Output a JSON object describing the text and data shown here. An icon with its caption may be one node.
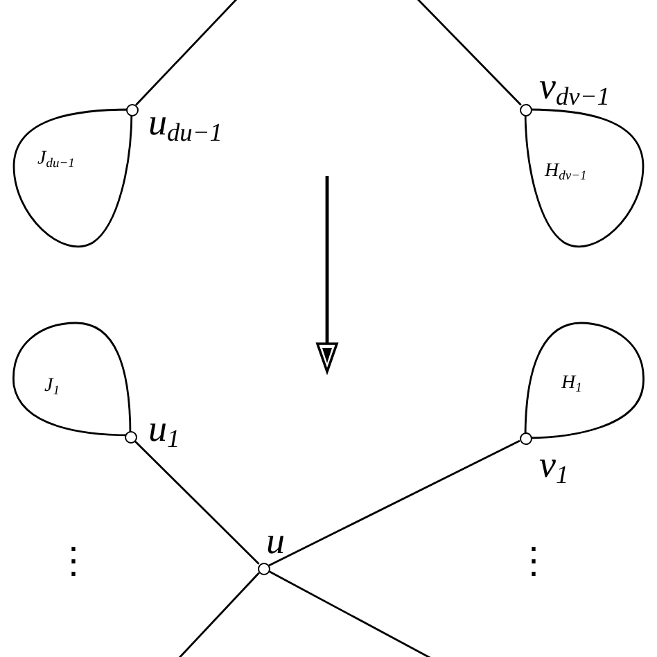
{
  "diagram": {
    "nodes": [
      {
        "text": [
          "J$_{du−1}$"
        ]
      },
      {
        "text": [],
        "shape": "circle",
        "beside": [
          "u$_{du−1}$"
        ]
      },
      {
        "text": [
          "H$_{dv−1}$"
        ]
      },
      {
        "text": [],
        "shape": "circle",
        "beside": [
          "v$_{dv−1}$"
        ]
      },
      {
        "text": [
          "J$_{1}$"
        ]
      },
      {
        "text": [],
        "shape": "circle",
        "beside": [
          "u$_{1}$"
        ]
      },
      {
        "text": [
          "H$_{1}$"
        ]
      },
      {
        "text": [],
        "shape": "circle",
        "beside": [
          "v$_{1}$"
        ]
      },
      {
        "text": [],
        "shape": "circle",
        "beside": [
          "u"
        ]
      }
    ],
    "edges": [
      {
        "from": 1,
        "to": null,
        "arrow": "none"
      },
      {
        "from": 3,
        "to": null,
        "arrow": "none"
      },
      {
        "from": 5,
        "to": 8,
        "arrow": "none"
      },
      {
        "from": 7,
        "to": 8,
        "arrow": "none"
      },
      {
        "from": 8,
        "to": null,
        "arrow": "none"
      },
      {
        "from": 8,
        "to": null,
        "arrow": "none"
      }
    ],
    "labels": [
      "⋮",
      "⋮"
    ]
  }
}
